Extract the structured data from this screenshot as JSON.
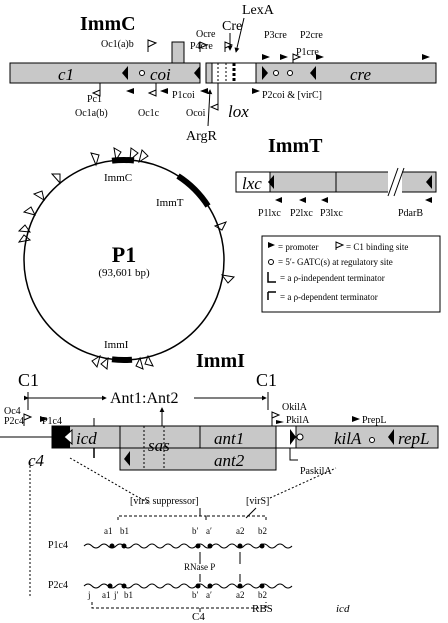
{
  "titles": {
    "immc": "ImmC",
    "immt": "ImmT",
    "immi": "ImmI"
  },
  "immc": {
    "genes": {
      "c1": "c1",
      "coi": "coi",
      "cre": "cre",
      "lox": "lox"
    },
    "proteins": {
      "lexa": "LexA",
      "cre": "Cre",
      "argr": "ArgR"
    },
    "top_labels": {
      "oc1ab": "Oc1(a)b",
      "ocre": "Ocre",
      "p4cre": "P4cre",
      "p3cre": "P3cre",
      "p2cre": "P2cre",
      "p1cre": "P1cre"
    },
    "bottom_labels": {
      "pc1": "Pc1",
      "oc1ab2": "Oc1a(b)",
      "oc1c": "Oc1c",
      "p1coi": "P1coi",
      "ocoi": "Ocoi",
      "p2coi": "P2coi & [virC]"
    }
  },
  "plasmid": {
    "name": "P1",
    "size": "(93,601 bp)",
    "labels": {
      "immc": "ImmC",
      "immt": "ImmT",
      "immi": "ImmI"
    }
  },
  "immt": {
    "genes": {
      "lxc": "lxc"
    },
    "labels": {
      "p1lxc": "P1lxc",
      "p2lxc": "P2lxc",
      "p3lxc": "P3lxc",
      "pdarb": "PdarB"
    }
  },
  "legend": {
    "promoter": "= promoter",
    "c1_site": "= C1 binding site",
    "gatc": "= 5′- GATC(s) at regulatory site",
    "rho_indep": "= a ρ-independent terminator",
    "rho_dep": "= a ρ-dependent terminator"
  },
  "immi": {
    "c1_left": "C1",
    "c1_right": "C1",
    "ant": "Ant1:Ant2",
    "genes": {
      "icd": "icd",
      "sas": "sas",
      "ant1": "ant1",
      "ant2": "ant2",
      "kila": "kilA",
      "repl": "repL",
      "c4": "c4"
    },
    "labels": {
      "oc4": "Oc4",
      "p2c4": "P2c4",
      "p1c4": "P1c4",
      "okila": "OkilA",
      "pkila": "PkilA",
      "prepl": "PrepL",
      "paskila": "PaskilA"
    }
  },
  "detail": {
    "vir_suppressor": "[virS suppressor]",
    "virs": "[virS]",
    "p1c4": "P1c4",
    "p2c4": "P2c4",
    "rnase": "RNase P",
    "sites_top": {
      "a1": "a1",
      "b1": "b1",
      "bp": "b′",
      "ap": "a′",
      "a2": "a2",
      "b2": "b2"
    },
    "sites_bottom": {
      "j": "j",
      "a1": "a1",
      "jp": "j′",
      "b1": "b1",
      "bp": "b′",
      "ap": "a′",
      "a2": "a2",
      "b2": "b2"
    },
    "c4": "C4",
    "rbs": "RBS",
    "icd": "icd"
  }
}
